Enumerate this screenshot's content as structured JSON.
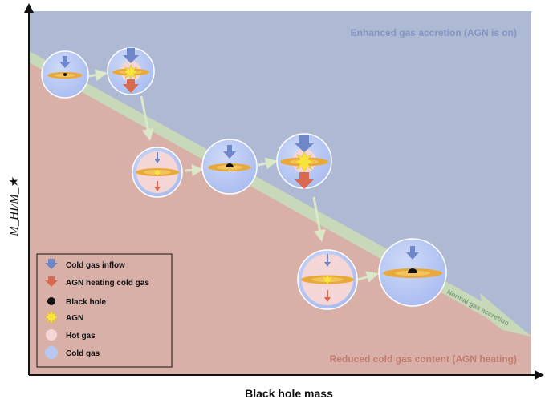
{
  "axes": {
    "y_label": "M_HI/M_★",
    "x_label": "Black hole mass"
  },
  "regions": {
    "upper_label": "Enhanced gas accretion (AGN is on)",
    "lower_label": "Reduced cold gas content (AGN heating)",
    "band_label": "Normal gas accretion"
  },
  "colors": {
    "upper_region": "#aeb9d4",
    "lower_region": "#d9b0a8",
    "band": "#c7d9b8",
    "cold_gas": "#b8c8f0",
    "hot_gas": "#f5d6d6",
    "inflow_arrow": "#6f86c8",
    "heating_arrow": "#d9694f",
    "disk": "#e8a93a",
    "black_hole": "#111111",
    "agn": "#f7e53c"
  },
  "legend": {
    "items": [
      {
        "icon": "cold-gas-inflow-icon",
        "label": "Cold gas inflow"
      },
      {
        "icon": "agn-heating-icon",
        "label": "AGN heating cold gas"
      },
      {
        "icon": "black-hole-icon",
        "label": "Black hole"
      },
      {
        "icon": "agn-icon",
        "label": "AGN"
      },
      {
        "icon": "hot-gas-icon",
        "label": "Hot gas"
      },
      {
        "icon": "cold-gas-icon",
        "label": "Cold gas"
      }
    ]
  }
}
